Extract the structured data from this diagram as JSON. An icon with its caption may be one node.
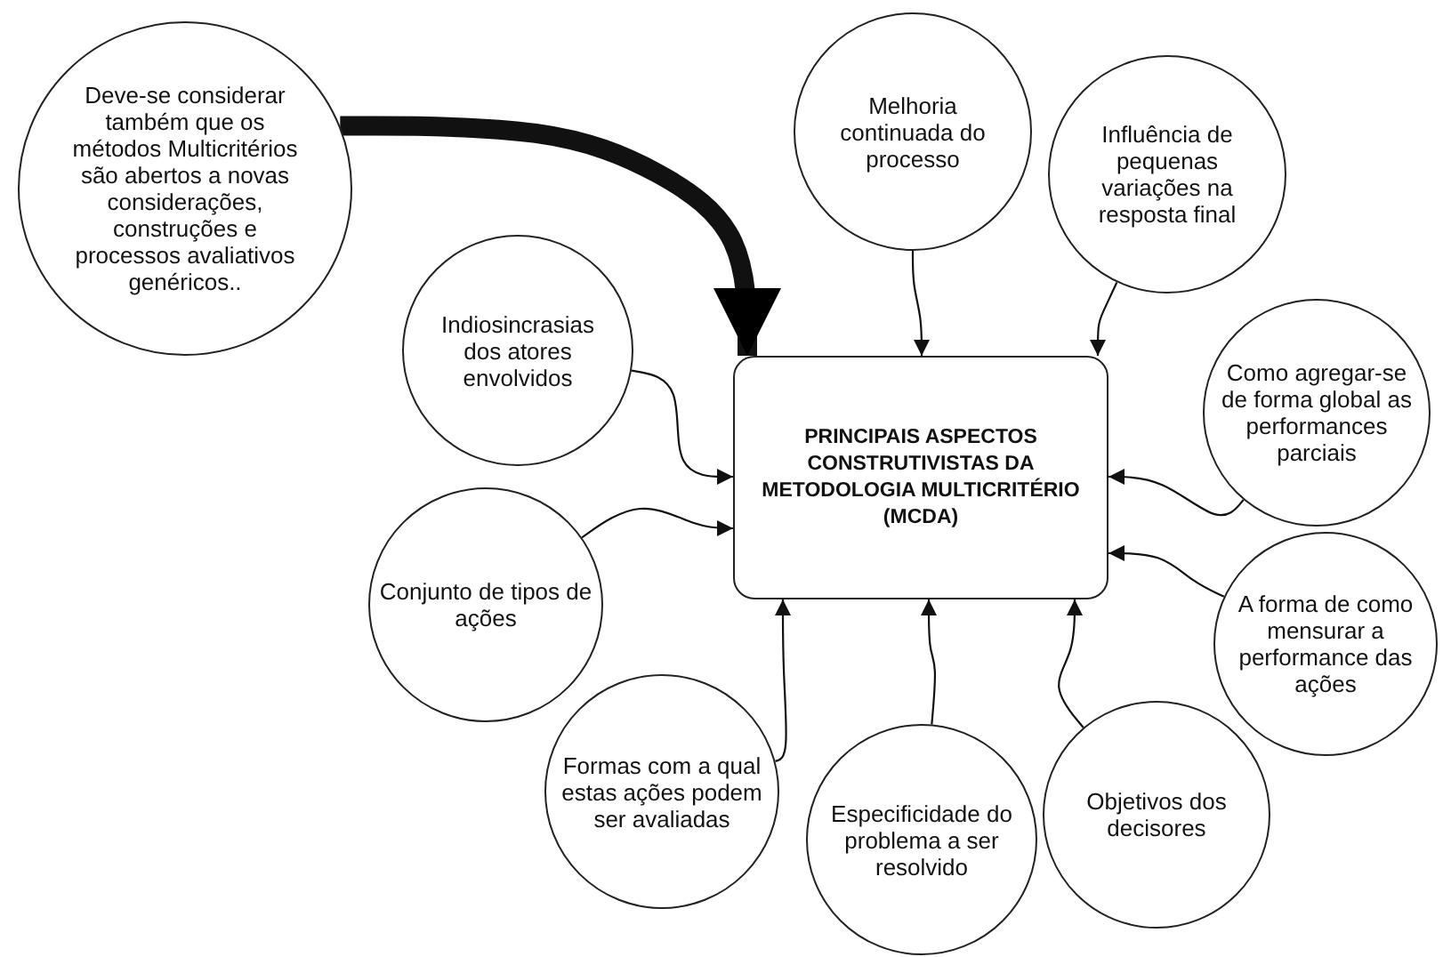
{
  "diagram": {
    "nodes": [
      {
        "text": [
          "PRINCIPAIS ASPECTOS CONSTRUTIVISTAS DA METODOLOGIA MULTICRITÉRIO (MCDA)"
        ]
      },
      {
        "text": [
          "Deve-se considerar também que os métodos Multicritérios são abertos a novas considerações, construções e processos avaliativos genéricos.."
        ]
      },
      {
        "text": [
          "Melhoria continuada do processo"
        ]
      },
      {
        "text": [
          "Influência de pequenas variações na resposta final"
        ]
      },
      {
        "text": [
          "Indiosincrasias dos atores envolvidos"
        ]
      },
      {
        "text": [
          "Como agregar-se de forma global as performances parciais"
        ]
      },
      {
        "text": [
          "Conjunto de tipos de ações"
        ]
      },
      {
        "text": [
          "A forma de como mensurar a performance das ações"
        ]
      },
      {
        "text": [
          "Formas com a qual estas ações podem ser avaliadas"
        ]
      },
      {
        "text": [
          "Especificidade do problema a ser resolvido"
        ]
      },
      {
        "text": [
          "Objetivos dos decisores"
        ]
      }
    ],
    "edges": [
      {
        "from": 1,
        "to": 0,
        "arrow": "to",
        "style": "thick"
      },
      {
        "from": 2,
        "to": 0,
        "arrow": "to"
      },
      {
        "from": 3,
        "to": 0,
        "arrow": "to"
      },
      {
        "from": 4,
        "to": 0,
        "arrow": "to"
      },
      {
        "from": 5,
        "to": 0,
        "arrow": "to"
      },
      {
        "from": 6,
        "to": 0,
        "arrow": "to"
      },
      {
        "from": 7,
        "to": 0,
        "arrow": "to"
      },
      {
        "from": 8,
        "to": 0,
        "arrow": "to"
      },
      {
        "from": 9,
        "to": 0,
        "arrow": "to"
      },
      {
        "from": 10,
        "to": 0,
        "arrow": "to"
      }
    ]
  }
}
